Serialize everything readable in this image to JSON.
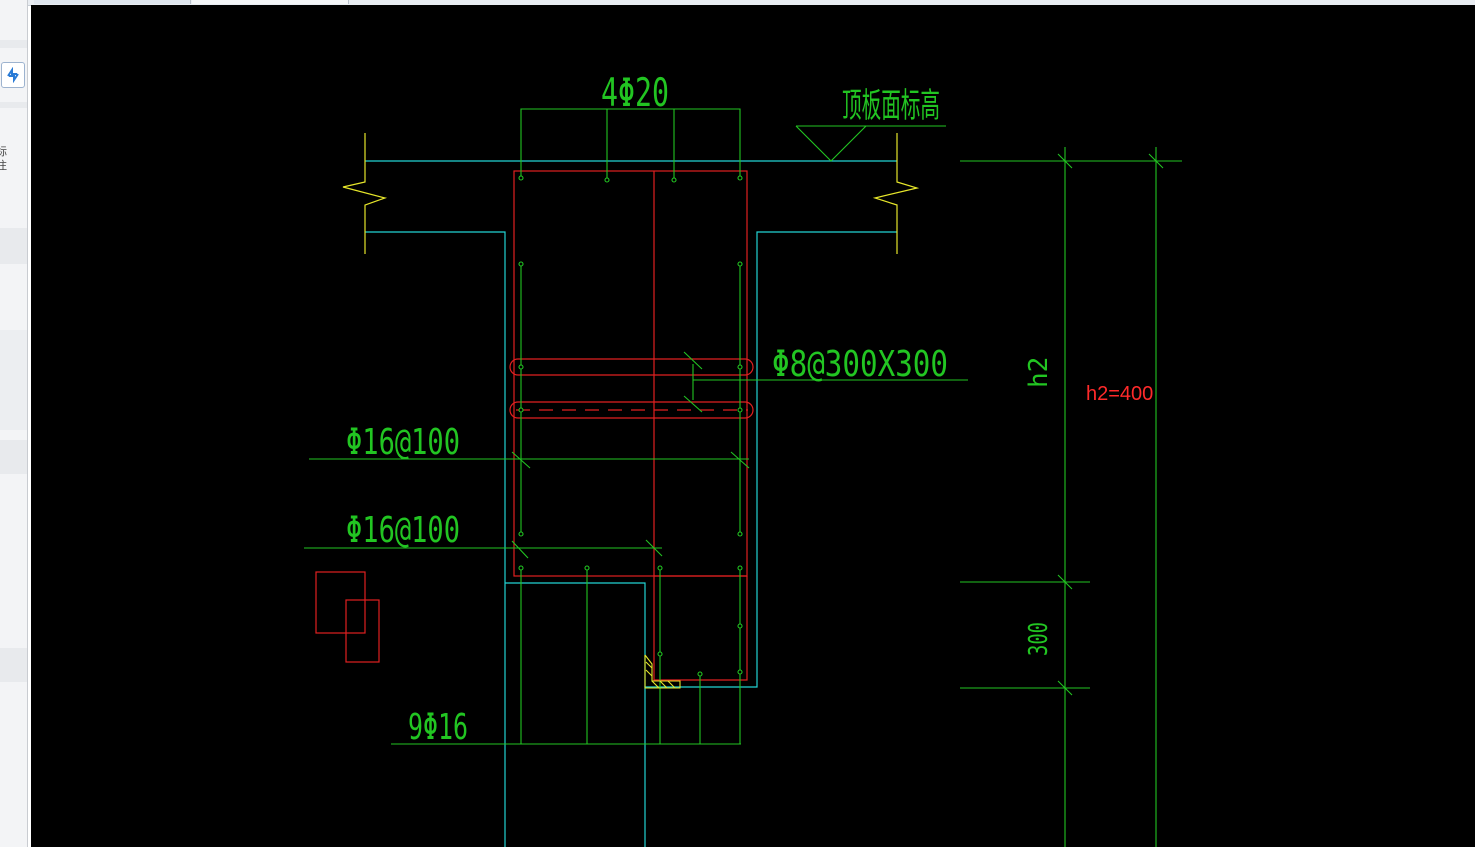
{
  "app": {
    "side_text": "标注"
  },
  "drawing": {
    "labels": {
      "top_bars": "4Φ20",
      "slab_top_elevation": "顶板面标高",
      "stirrup": "Φ8@300X300",
      "dist_bar_1": "Φ16@100",
      "dist_bar_2": "Φ16@100",
      "bottom_bars": "9Φ16",
      "dim_h2": "h2",
      "dim_300": "300",
      "annotation_h2": "h2=400"
    },
    "colors": {
      "background": "#000000",
      "concrete_outline": "#22d3d3",
      "rebar_green": "#22c522",
      "stirrup_red": "#e02020",
      "break_line_yellow": "#e6e62a",
      "annotation_red": "#ff2a2a"
    }
  }
}
